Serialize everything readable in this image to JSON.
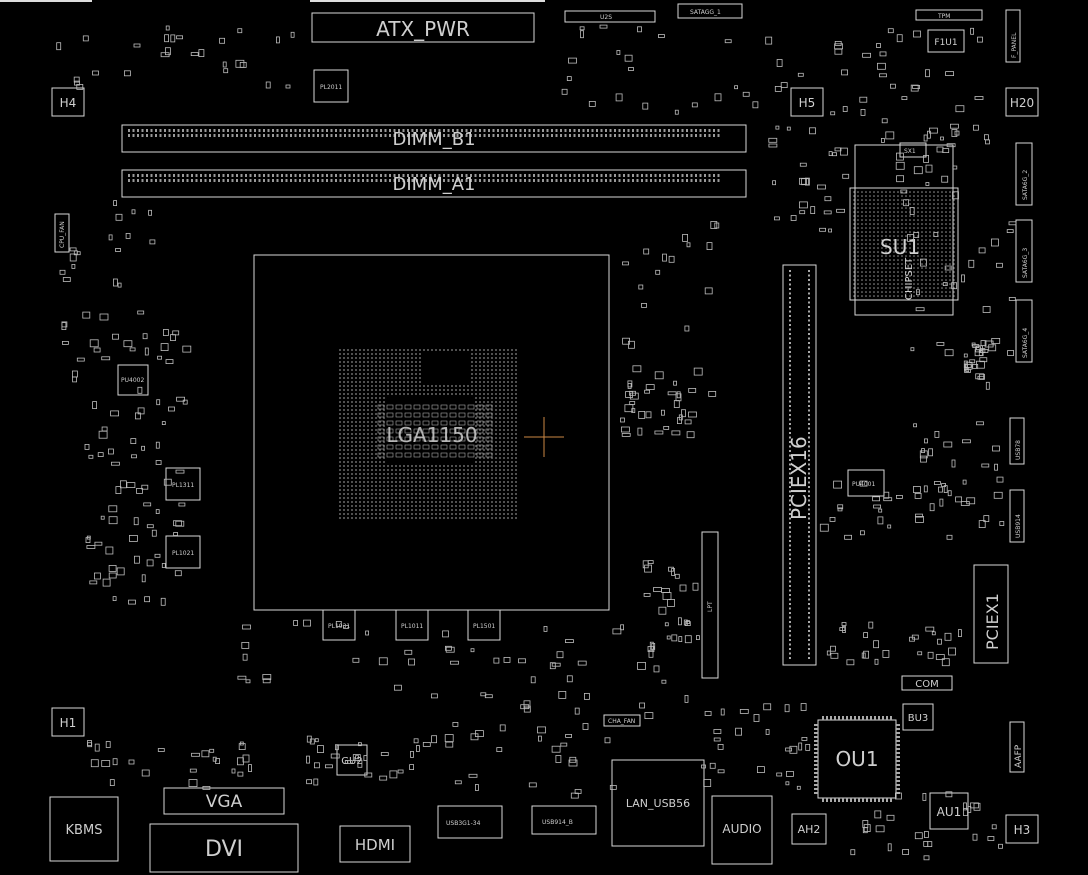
{
  "labels": {
    "atx_pwr": "ATX_PWR",
    "u2s": "U2S",
    "satagg": "SATAGG_1",
    "tpm": "TPM",
    "f1u1": "F1U1",
    "f_panel": "F_PANEL",
    "dimm_b1": "DIMM_B1",
    "dimm_a1": "DIMM_A1",
    "h4": "H4",
    "h5": "H5",
    "h20": "H20",
    "h1": "H1",
    "h3": "H3",
    "pl2011": "PL2011",
    "sx1": "SX1",
    "su1": "SU1",
    "chipset": "CHIPSET",
    "sata6g_2": "SATA6G_2",
    "sata6g_3": "SATA6G_3",
    "sata6g_4": "SATA6G_4",
    "cpu_fan": "CPU_FAN",
    "pu4001": "PU4001",
    "pu4002": "PU4002",
    "pl1311": "PL1311",
    "pl1021": "PL1021",
    "lga1150": "LGA1150",
    "pciex16": "PCIEX16",
    "pciex1": "PCIEX1",
    "usb78": "USB78",
    "usb914": "USB914",
    "pl1031": "PL1031",
    "pl1011": "PL1011",
    "pl1501": "PL1501",
    "lpt": "LPT",
    "com": "COM",
    "bu3": "BU3",
    "ou1": "OU1",
    "au1": "AU1",
    "aafp": "AAFP",
    "gu2": "GU2",
    "cha_fan": "CHA_FAN",
    "kbms": "KBMS",
    "vga": "VGA",
    "dvi": "DVI",
    "hdmi": "HDMI",
    "usb3g1_34": "USB3G1-34",
    "usb914_b": "USB914_B",
    "lan_usb56": "LAN_USB56",
    "audio": "AUDIO",
    "ah2": "AH2"
  }
}
